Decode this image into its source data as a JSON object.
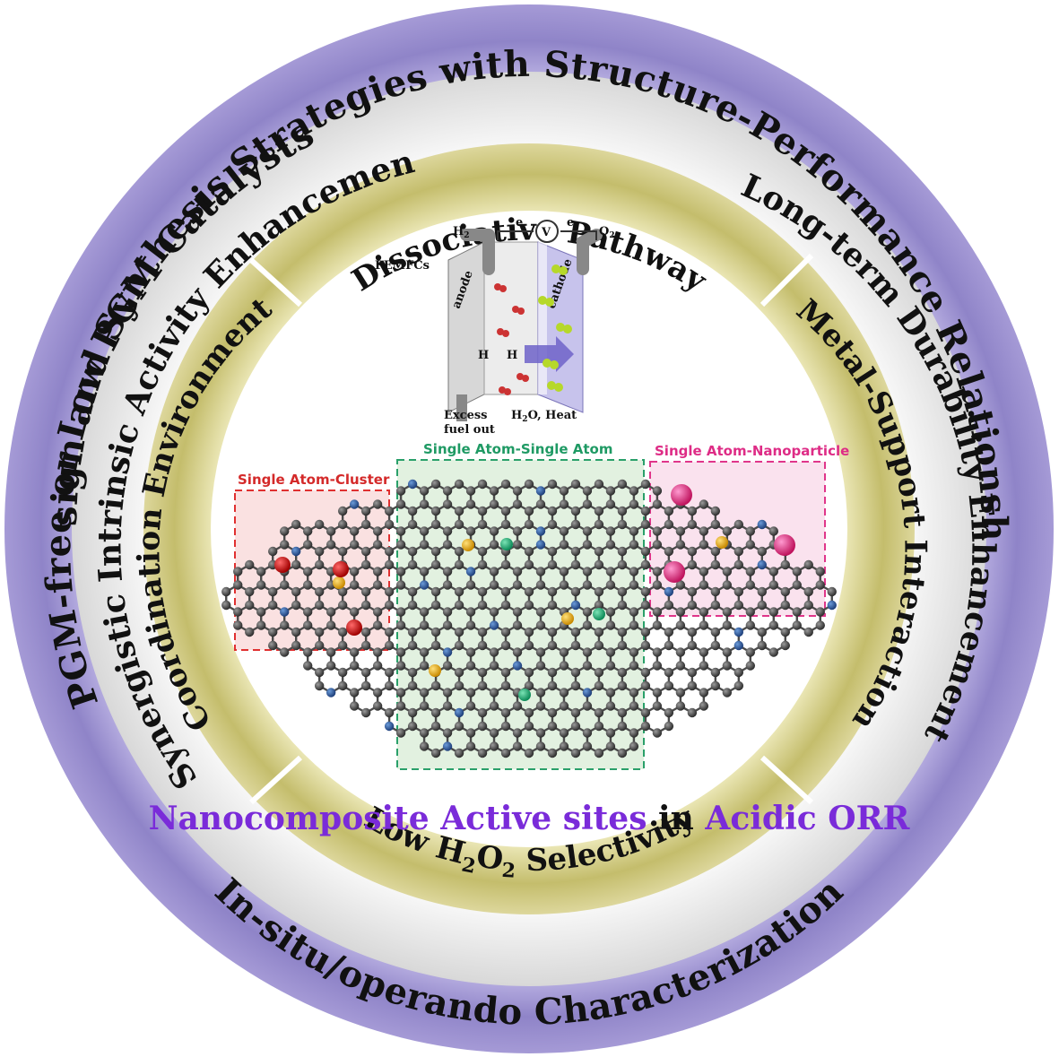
{
  "outer_ring": {
    "top": "Design  and Synthesis Strategies with Structure-Performance Relationship",
    "left": "PGM-free or Low PGM Catalysts",
    "bottom": "In-situ/operando Characterization"
  },
  "middle_ring": {
    "left": "Synergistic Intrinsic Activity Enhancement",
    "right": "Long-term Durability Enhancement"
  },
  "inner_ring": {
    "top": "Dissociative Pathway",
    "left": "Coordination Environment",
    "right": "Metal-Support Interaction",
    "bottom_prefix": "Low H",
    "bottom_sub1": "2",
    "bottom_mid": "O",
    "bottom_sub2": "2",
    "bottom_suffix": " Selectivity"
  },
  "fuel_cell": {
    "title": "PEMFCs",
    "anode": "anode",
    "cathode": "cathode",
    "h2": "H",
    "h2_sub": "2",
    "o2": "O",
    "o2_sub": "2",
    "electron1": "e",
    "electron2": "e",
    "voltmeter": "V",
    "proton1": "H",
    "proton2": "H",
    "excess": "Excess",
    "fuel_out": "fuel out",
    "products_h": "H",
    "products_sub": "2",
    "products_rest": "O, Heat"
  },
  "boxes": {
    "cluster": "Single Atom-Cluster",
    "sasa": "Single Atom-Single Atom",
    "nano": "Single Atom-Nanoparticle"
  },
  "caption": {
    "part1": "Nanocomposite Active sites",
    "part2": " in ",
    "part3": "Acidic ORR"
  },
  "colors": {
    "outer_ring": "#9a8fcf",
    "middle_ring": "#e2e2e2",
    "inner_ring": "#c9c37a",
    "caption_purple": "#7a2bd9",
    "cluster_box": "#e03030",
    "sasa_box": "#2aa06a",
    "nano_box": "#e0368a"
  }
}
